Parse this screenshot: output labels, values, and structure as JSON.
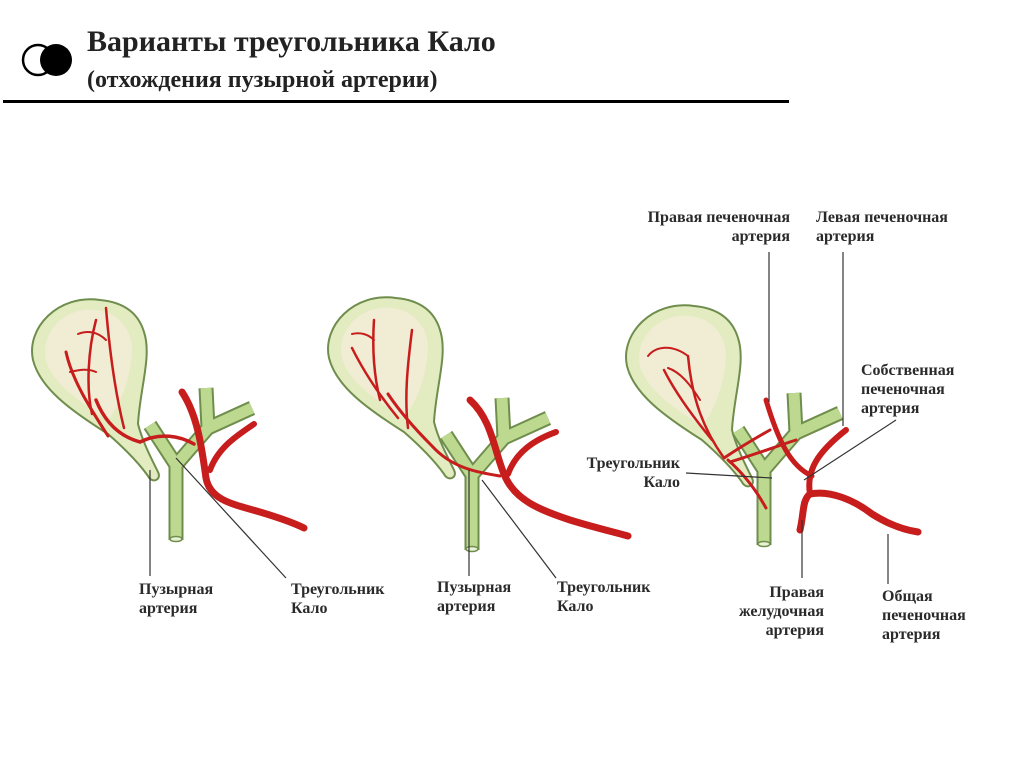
{
  "header": {
    "title": "Варианты треугольника Кало",
    "subtitle": "(отхождения пузырной артерии)"
  },
  "colors": {
    "gallbladder_fill": "#f1ecd4",
    "duct_green": "#bcd98f",
    "duct_stroke": "#6f8d4c",
    "artery_red": "#c71d1d"
  },
  "labels": {
    "cystic_artery_1": [
      "Пузырная",
      "артерия"
    ],
    "calot_1": [
      "Треугольник",
      "Кало"
    ],
    "cystic_artery_2": [
      "Пузырная",
      "артерия"
    ],
    "calot_2": [
      "Треугольник",
      "Кало"
    ],
    "right_hepatic": [
      "Правая печеночная",
      "артерия"
    ],
    "left_hepatic": [
      "Левая печеночная",
      "артерия"
    ],
    "proper_hepatic": [
      "Собственная",
      "печеночная",
      "артерия"
    ],
    "calot_3": [
      "Треугольник",
      "Кало"
    ],
    "right_gastric": [
      "Правая",
      "желудочная",
      "артерия"
    ],
    "common_hepatic": [
      "Общая",
      "печеночная",
      "артерия"
    ]
  }
}
